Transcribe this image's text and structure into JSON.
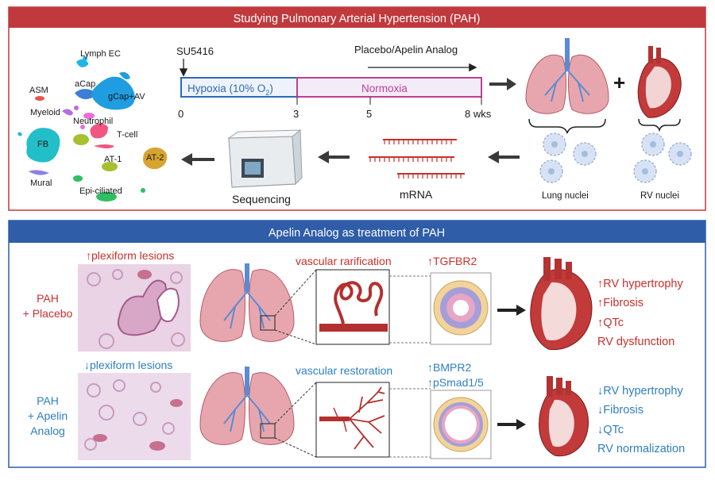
{
  "top_panel": {
    "title": "Studying Pulmonary Arterial Hypertension (PAH)",
    "colors": {
      "header": "#c0393d",
      "border": "#c0393d"
    },
    "umap": {
      "clusters": [
        {
          "label": "Lymph EC",
          "color": "#1fb5e6"
        },
        {
          "label": "ASM",
          "color": "#e8554b"
        },
        {
          "label": "aCap",
          "color": "#3a7fd5"
        },
        {
          "label": "gCap+AV",
          "color": "#1f9de0"
        },
        {
          "label": "Myeloid",
          "color": "#b56ee0"
        },
        {
          "label": "Neutrophil",
          "color": "#e96fd8"
        },
        {
          "label": "T-cell",
          "color": "#f0567f"
        },
        {
          "label": "FB",
          "color": "#22bfc9"
        },
        {
          "label": "AT-1",
          "color": "#a6c02f"
        },
        {
          "label": "AT-2",
          "color": "#d7a52f"
        },
        {
          "label": "Mural",
          "color": "#8a80e8"
        },
        {
          "label": "Epi-ciliated",
          "color": "#2fbf62"
        }
      ]
    },
    "timeline": {
      "induction_label": "SU5416",
      "treatment_label": "Placebo/Apelin Analog",
      "phase1": "Hypoxia (10% O",
      "phase1_sub": "2",
      "phase1_close": ")",
      "phase2": "Normoxia",
      "ticks": [
        "0",
        "3",
        "5",
        "8 wks"
      ]
    },
    "labels": {
      "lung_nuclei": "Lung nuclei",
      "rv_nuclei": "RV nuclei",
      "plus": "+",
      "mrna": "mRNA",
      "sequencing": "Sequencing"
    }
  },
  "bottom_panel": {
    "title": "Apelin Analog as treatment of PAH",
    "colors": {
      "header": "#2f5da8",
      "border": "#2f5da8",
      "red": "#c9302c",
      "blue": "#2e7fc1"
    },
    "rows": [
      {
        "group": [
          "PAH",
          "+ Placebo"
        ],
        "histology_label": "↑plexiform lesions",
        "vascular_label": "vascular rarification",
        "markers": [
          "↑TGFBR2"
        ],
        "outcomes": [
          "↑RV hypertrophy",
          "↑Fibrosis",
          "↑QTc",
          "RV dysfunction"
        ]
      },
      {
        "group": [
          "PAH",
          "+ Apelin",
          "Analog"
        ],
        "histology_label": "↓plexiform lesions",
        "vascular_label": "vascular restoration",
        "markers": [
          "↑BMPR2",
          "↑pSmad1/5"
        ],
        "outcomes": [
          "↓RV hypertrophy",
          "↓Fibrosis",
          "↓QTc",
          "RV normalization"
        ]
      }
    ]
  }
}
